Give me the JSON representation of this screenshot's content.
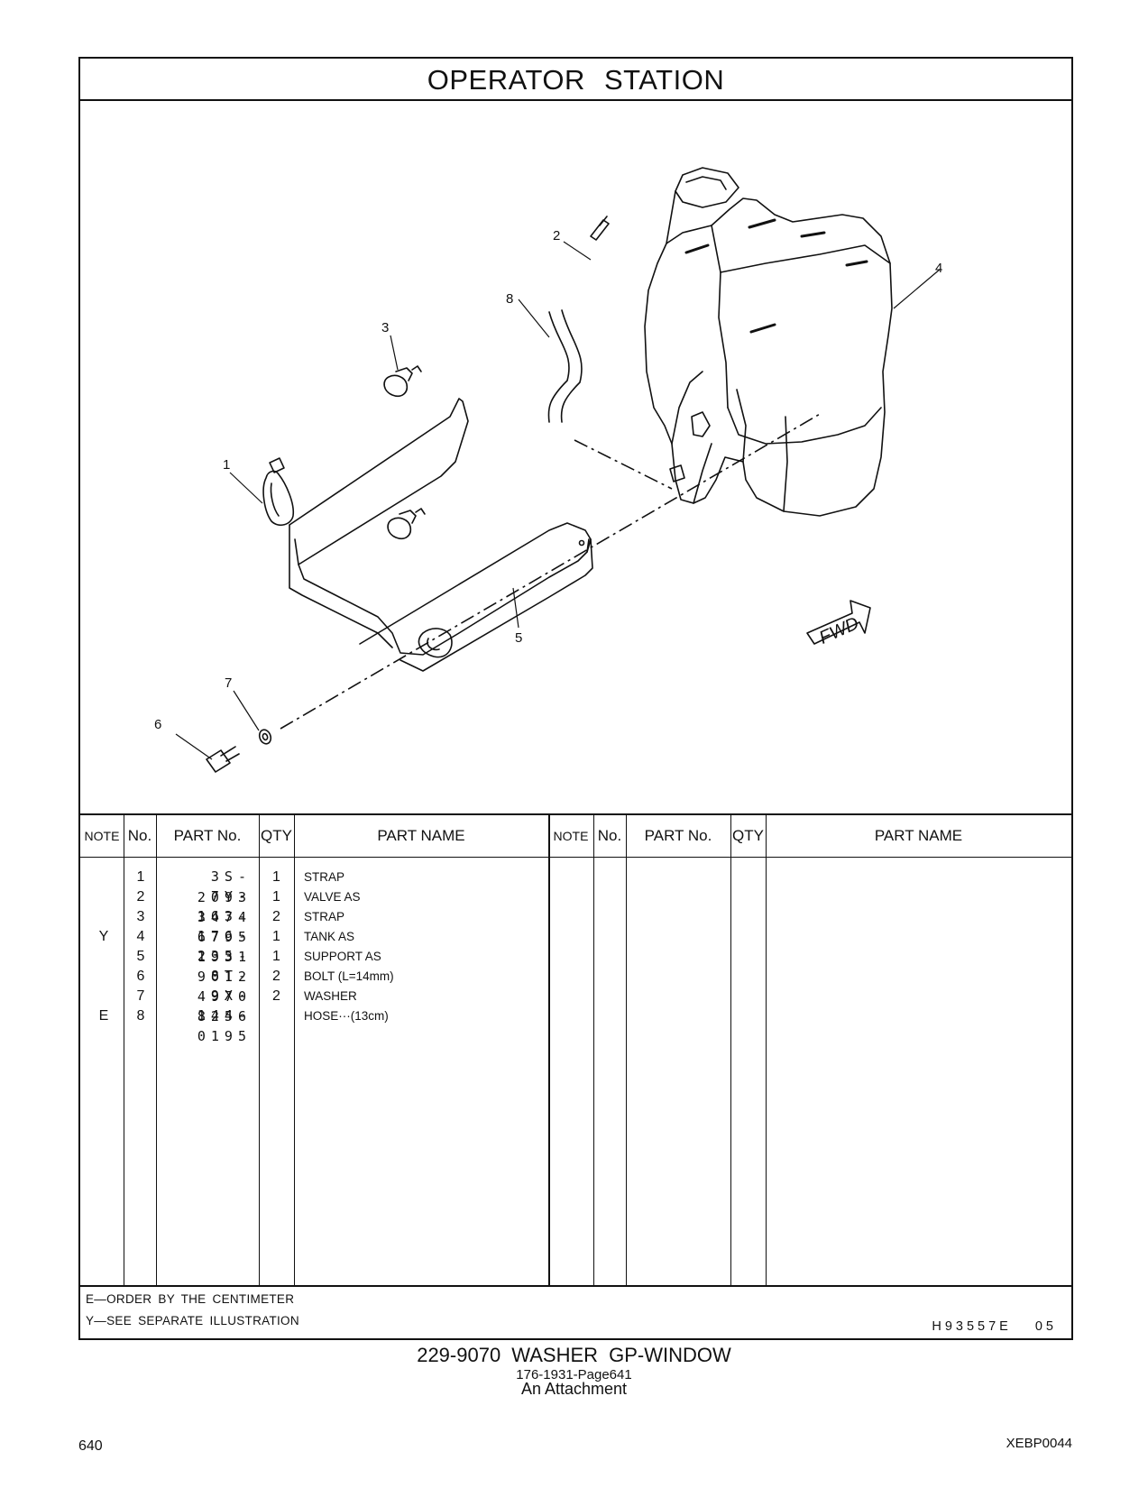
{
  "header": {
    "title": "OPERATOR   STATION"
  },
  "callouts": [
    "1",
    "2",
    "3",
    "4",
    "5",
    "6",
    "7",
    "8"
  ],
  "fwd_label": "FWD",
  "table": {
    "headers": {
      "note": "NOTE",
      "no": "No.",
      "part_no": "PART No.",
      "qty": "QTY",
      "part_name": "PART NAME"
    },
    "rows": [
      {
        "note": "",
        "no": "1",
        "part_no": "3S-2093",
        "qty": "1",
        "part_name": "STRAP"
      },
      {
        "note": "",
        "no": "2",
        "part_no": "7Y-3474",
        "qty": "1",
        "part_name": "VALVE  AS"
      },
      {
        "note": "",
        "no": "3",
        "part_no": "163-6795",
        "qty": "2",
        "part_name": "STRAP"
      },
      {
        "note": "Y",
        "no": "4",
        "part_no": "176-1931",
        "qty": "1",
        "part_name": "TANK  AS"
      },
      {
        "note": "",
        "no": "5",
        "part_no": "235-9012",
        "qty": "1",
        "part_name": "SUPPORT  AS"
      },
      {
        "note": "",
        "no": "6",
        "part_no": "8T-4970",
        "qty": "2",
        "part_name": "BOLT (L=14mm)"
      },
      {
        "note": "",
        "no": "7",
        "part_no": "9X-8256",
        "qty": "2",
        "part_name": "WASHER"
      },
      {
        "note": "E",
        "no": "8",
        "part_no": "144-0195",
        "qty": "",
        "part_name": "HOSE···(13cm)"
      }
    ]
  },
  "notes": {
    "e": "E—ORDER  BY  THE  CENTIMETER",
    "y": "Y—SEE  SEPARATE  ILLUSTRATION",
    "drawing_code": "H93557E  05"
  },
  "footer": {
    "group": "229-9070   WASHER  GP-WINDOW",
    "reference": "176-1931-Page641",
    "attachment": "An Attachment",
    "page_number": "640",
    "doc_code": "XEBP0044"
  }
}
